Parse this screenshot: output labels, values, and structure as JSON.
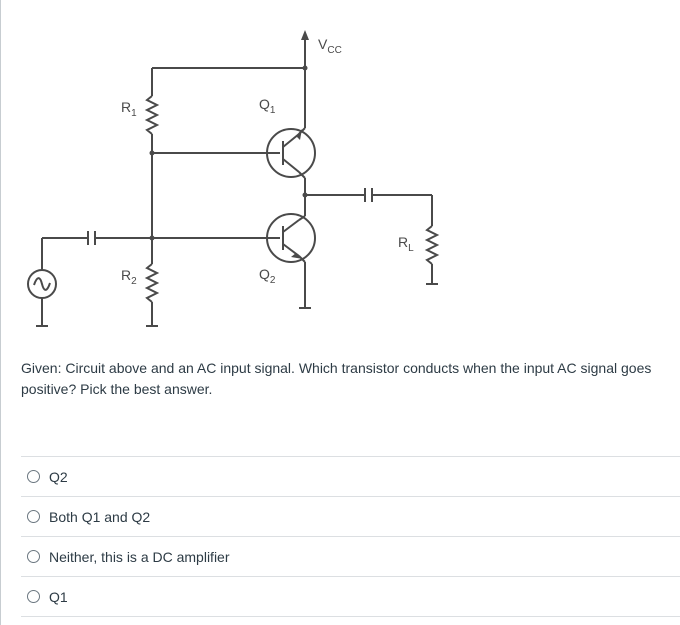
{
  "diagram": {
    "vcc_label": "V",
    "vcc_sub": "CC",
    "r1_label": "R",
    "r1_sub": "1",
    "r2_label": "R",
    "r2_sub": "2",
    "q1_label": "Q",
    "q1_sub": "1",
    "q2_label": "Q",
    "q2_sub": "2",
    "rl_label": "R",
    "rl_sub": "L"
  },
  "question": {
    "text": "Given: Circuit above and an AC input signal.  Which transistor conducts when the input AC signal goes positive? Pick the best answer."
  },
  "answers": [
    {
      "label": "Q2"
    },
    {
      "label": "Both Q1 and Q2"
    },
    {
      "label": "Neither, this is a DC amplifier"
    },
    {
      "label": "Q1"
    }
  ]
}
